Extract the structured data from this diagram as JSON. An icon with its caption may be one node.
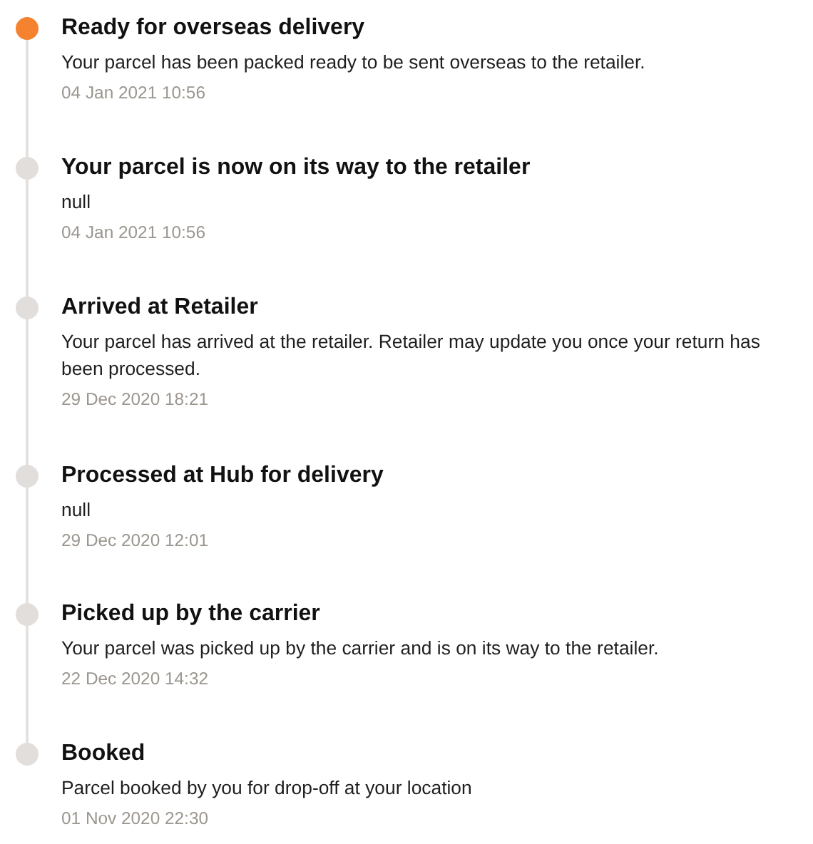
{
  "diagram": {
    "nodes": [
      {
        "text": [],
        "shape": "circle",
        "beside": [
          "Ready for overseas delivery",
          "Your parcel has been packed ready to be sent overseas to the retailer.",
          "04 Jan 2021 10:56"
        ]
      },
      {
        "text": [],
        "shape": "circle",
        "beside": [
          "Your parcel is now on its way to the retailer",
          "null",
          "04 Jan 2021 10:56"
        ]
      },
      {
        "text": [],
        "shape": "circle",
        "beside": [
          "Arrived at Retailer",
          "Your parcel has arrived at the retailer. Retailer may update you once your return has been processed.",
          "29 Dec 2020 18:21"
        ]
      },
      {
        "text": [],
        "shape": "circle",
        "beside": [
          "Processed at Hub for delivery",
          "null",
          "29 Dec 2020 12:01"
        ]
      },
      {
        "text": [],
        "shape": "circle",
        "beside": [
          "Picked up by the carrier",
          "Your parcel was picked up by the carrier and is on its way to the retailer.",
          "22 Dec 2020 14:32"
        ]
      },
      {
        "text": [],
        "shape": "circle",
        "beside": [
          "Booked",
          "Parcel booked by you for drop-off at your location",
          "01 Nov 2020 22:30"
        ]
      }
    ],
    "edges": [
      {
        "from": 0,
        "to": 1,
        "arrow": "none"
      },
      {
        "from": 1,
        "to": 2,
        "arrow": "none"
      },
      {
        "from": 2,
        "to": 3,
        "arrow": "none"
      },
      {
        "from": 3,
        "to": 4,
        "arrow": "none"
      },
      {
        "from": 4,
        "to": 5,
        "arrow": "none"
      }
    ]
  }
}
